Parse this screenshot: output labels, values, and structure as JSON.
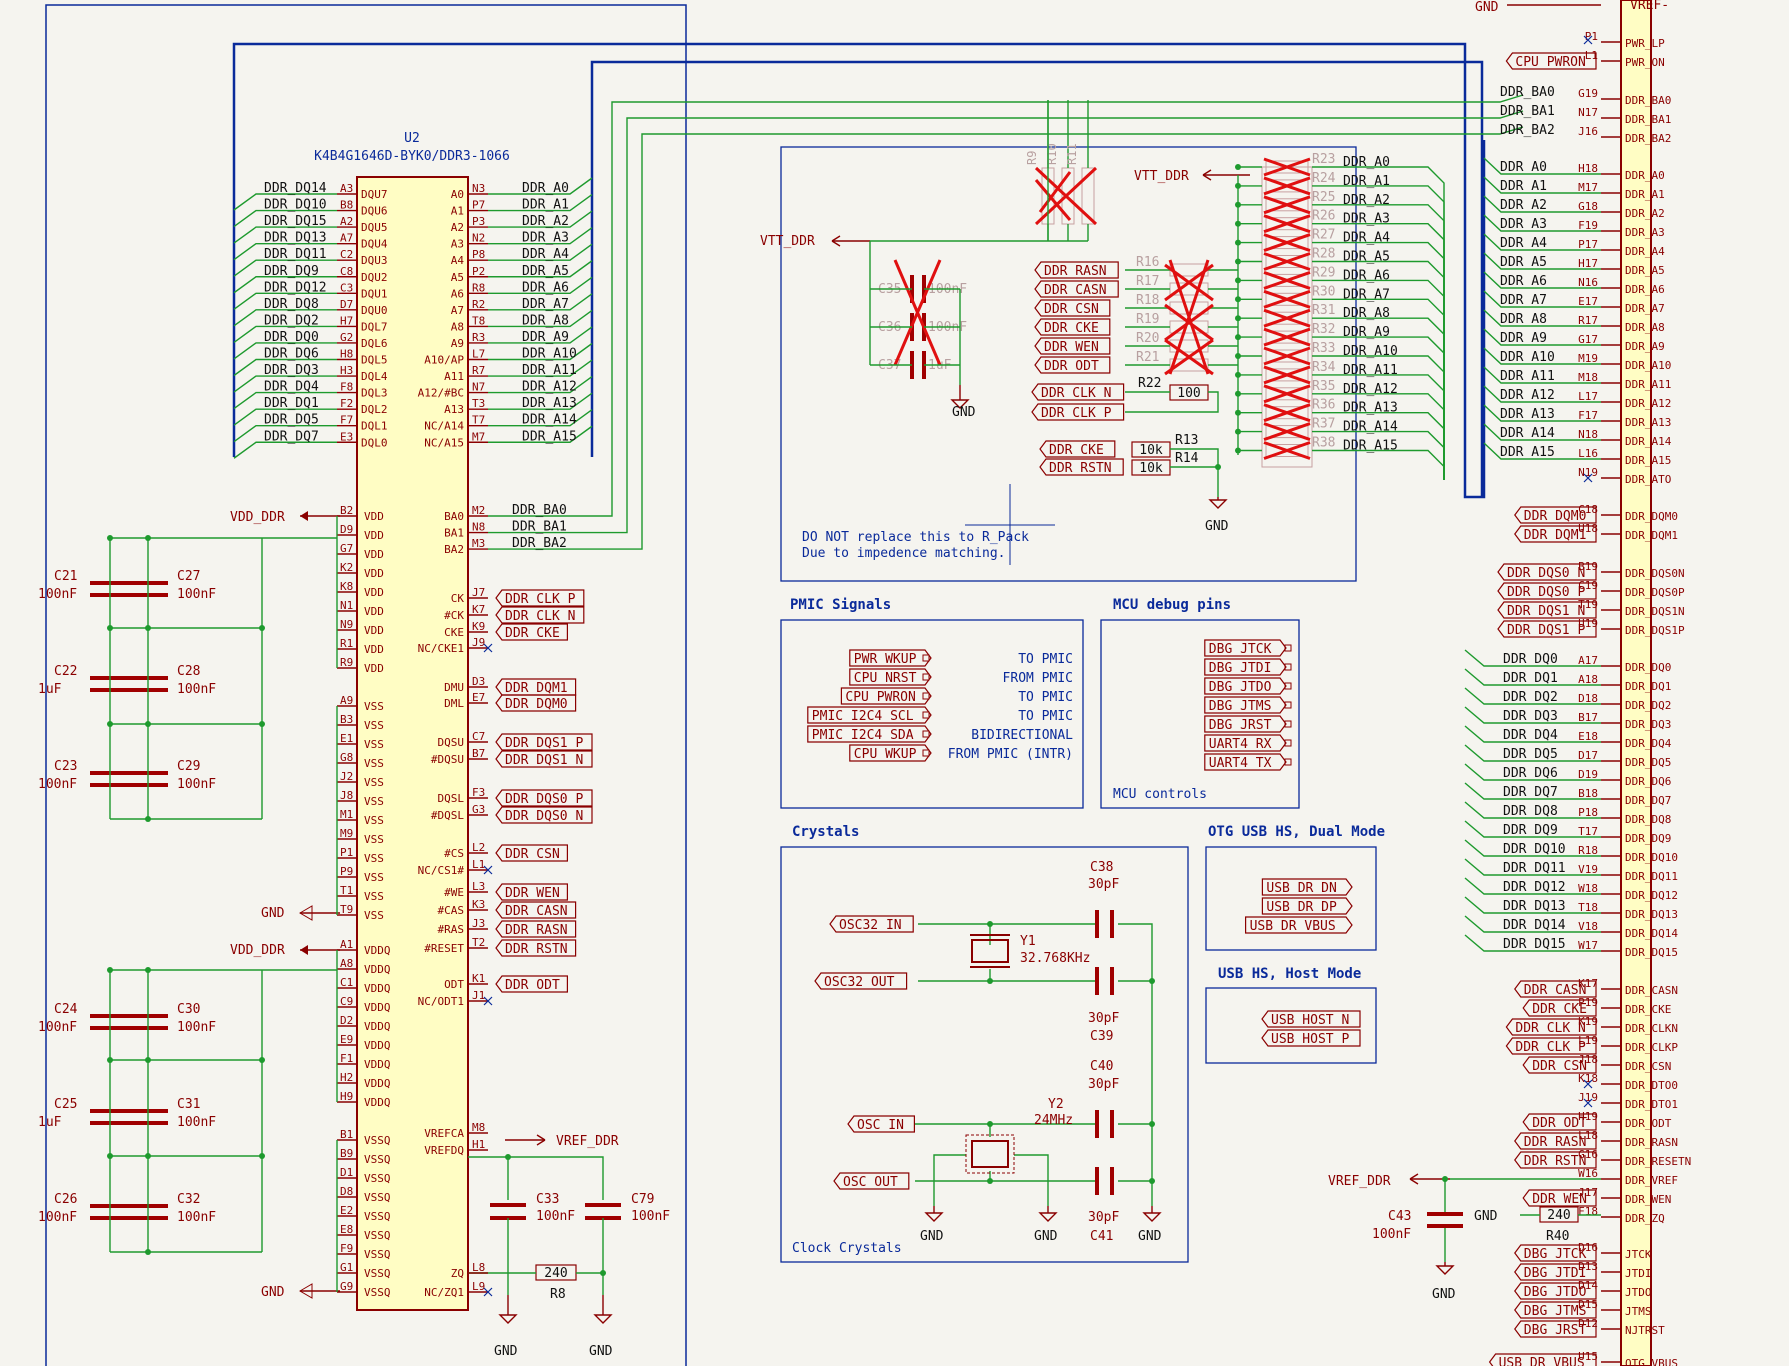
{
  "u2": {
    "ref": "U2",
    "value": "K4B4G1646D-BYK0/DDR3-1066",
    "left_pins": [
      {
        "num": "A3",
        "name": "DQU7",
        "net": "DDR_DQ14"
      },
      {
        "num": "B8",
        "name": "DQU6",
        "net": "DDR_DQ10"
      },
      {
        "num": "A2",
        "name": "DQU5",
        "net": "DDR_DQ15"
      },
      {
        "num": "A7",
        "name": "DQU4",
        "net": "DDR_DQ13"
      },
      {
        "num": "C2",
        "name": "DQU3",
        "net": "DDR_DQ11"
      },
      {
        "num": "C8",
        "name": "DQU2",
        "net": "DDR_DQ9"
      },
      {
        "num": "C3",
        "name": "DQU1",
        "net": "DDR_DQ12"
      },
      {
        "num": "D7",
        "name": "DQU0",
        "net": "DDR_DQ8"
      },
      {
        "num": "H7",
        "name": "DQL7",
        "net": "DDR_DQ2"
      },
      {
        "num": "G2",
        "name": "DQL6",
        "net": "DDR_DQ0"
      },
      {
        "num": "H8",
        "name": "DQL5",
        "net": "DDR_DQ6"
      },
      {
        "num": "H3",
        "name": "DQL4",
        "net": "DDR_DQ3"
      },
      {
        "num": "F8",
        "name": "DQL3",
        "net": "DDR_DQ4"
      },
      {
        "num": "F2",
        "name": "DQL2",
        "net": "DDR_DQ1"
      },
      {
        "num": "F7",
        "name": "DQL1",
        "net": "DDR_DQ5"
      },
      {
        "num": "E3",
        "name": "DQL0",
        "net": "DDR_DQ7"
      }
    ],
    "right_pins": [
      {
        "num": "N3",
        "name": "A0",
        "net": "DDR_A0"
      },
      {
        "num": "P7",
        "name": "A1",
        "net": "DDR_A1"
      },
      {
        "num": "P3",
        "name": "A2",
        "net": "DDR_A2"
      },
      {
        "num": "N2",
        "name": "A3",
        "net": "DDR_A3"
      },
      {
        "num": "P8",
        "name": "A4",
        "net": "DDR_A4"
      },
      {
        "num": "P2",
        "name": "A5",
        "net": "DDR_A5"
      },
      {
        "num": "R8",
        "name": "A6",
        "net": "DDR_A6"
      },
      {
        "num": "R2",
        "name": "A7",
        "net": "DDR_A7"
      },
      {
        "num": "T8",
        "name": "A8",
        "net": "DDR_A8"
      },
      {
        "num": "R3",
        "name": "A9",
        "net": "DDR_A9"
      },
      {
        "num": "L7",
        "name": "A10/AP",
        "net": "DDR_A10"
      },
      {
        "num": "R7",
        "name": "A11",
        "net": "DDR_A11"
      },
      {
        "num": "N7",
        "name": "A12/#BC",
        "net": "DDR_A12"
      },
      {
        "num": "T3",
        "name": "A13",
        "net": "DDR_A13"
      },
      {
        "num": "T7",
        "name": "NC/A14",
        "net": "DDR_A14"
      },
      {
        "num": "M7",
        "name": "NC/A15",
        "net": "DDR_A15"
      }
    ],
    "ba_pins": [
      {
        "num": "M2",
        "name": "BA0",
        "net": "DDR_BA0"
      },
      {
        "num": "N8",
        "name": "BA1",
        "net": "DDR_BA1"
      },
      {
        "num": "M3",
        "name": "BA2",
        "net": "DDR_BA2"
      }
    ],
    "vdd_pins": [
      "B2",
      "D9",
      "G7",
      "K2",
      "K8",
      "N1",
      "N9",
      "R1",
      "R9"
    ],
    "vss_pins": [
      "A9",
      "B3",
      "E1",
      "G8",
      "J2",
      "J8",
      "M1",
      "M9",
      "P1",
      "P9",
      "T1",
      "T9"
    ],
    "vddq_pins": [
      "A1",
      "A8",
      "C1",
      "C9",
      "D2",
      "E9",
      "F1",
      "H2",
      "H9"
    ],
    "vssq_pins": [
      "B1",
      "B9",
      "D1",
      "D8",
      "E2",
      "E8",
      "F9",
      "G1",
      "G9"
    ],
    "ctrl_pins": [
      {
        "num": "J7",
        "name": "CK",
        "net": "DDR_CLK_P"
      },
      {
        "num": "K7",
        "name": "#CK",
        "net": "DDR_CLK_N"
      },
      {
        "num": "K9",
        "name": "CKE",
        "net": "DDR_CKE"
      },
      {
        "num": "J9",
        "name": "NC/CKE1",
        "net": ""
      },
      {
        "num": "D3",
        "name": "DMU",
        "net": "DDR_DQM1"
      },
      {
        "num": "E7",
        "name": "DML",
        "net": "DDR_DQM0"
      },
      {
        "num": "C7",
        "name": "DQSU",
        "net": "DDR_DQS1_P"
      },
      {
        "num": "B7",
        "name": "#DQSU",
        "net": "DDR_DQS1_N"
      },
      {
        "num": "F3",
        "name": "DQSL",
        "net": "DDR_DQS0_P"
      },
      {
        "num": "G3",
        "name": "#DQSL",
        "net": "DDR_DQS0_N"
      },
      {
        "num": "L2",
        "name": "#CS",
        "net": "DDR_CSN"
      },
      {
        "num": "L1",
        "name": "NC/CS1#",
        "net": ""
      },
      {
        "num": "L3",
        "name": "#WE",
        "net": "DDR_WEN"
      },
      {
        "num": "K3",
        "name": "#CAS",
        "net": "DDR_CASN"
      },
      {
        "num": "J3",
        "name": "#RAS",
        "net": "DDR_RASN"
      },
      {
        "num": "T2",
        "name": "#RESET",
        "net": "DDR_RSTN"
      },
      {
        "num": "K1",
        "name": "ODT",
        "net": "DDR_ODT"
      },
      {
        "num": "J1",
        "name": "NC/ODT1",
        "net": ""
      },
      {
        "num": "M8",
        "name": "VREFCA",
        "net": "VREF_DDR"
      },
      {
        "num": "H1",
        "name": "VREFDQ",
        "net": ""
      },
      {
        "num": "L8",
        "name": "ZQ",
        "net": ""
      },
      {
        "num": "L9",
        "name": "NC/ZQ1",
        "net": ""
      }
    ]
  },
  "power": {
    "vdd_ddr": "VDD_DDR",
    "gnd": "GND",
    "vref_ddr": "VREF_DDR",
    "vtt_ddr": "VTT_DDR",
    "vref_minus": "VREF-"
  },
  "decoupling_left": [
    {
      "ref": "C21",
      "val": "100nF"
    },
    {
      "ref": "C27",
      "val": "100nF"
    },
    {
      "ref": "C22",
      "val": "1uF"
    },
    {
      "ref": "C28",
      "val": "100nF"
    },
    {
      "ref": "C23",
      "val": "100nF"
    },
    {
      "ref": "C29",
      "val": "100nF"
    },
    {
      "ref": "C24",
      "val": "100nF"
    },
    {
      "ref": "C30",
      "val": "100nF"
    },
    {
      "ref": "C25",
      "val": "1uF"
    },
    {
      "ref": "C31",
      "val": "100nF"
    },
    {
      "ref": "C26",
      "val": "100nF"
    },
    {
      "ref": "C32",
      "val": "100nF"
    }
  ],
  "vref_caps": [
    {
      "ref": "C33",
      "val": "100nF"
    },
    {
      "ref": "C79",
      "val": "100nF"
    }
  ],
  "r8": {
    "ref": "R8",
    "val": "240"
  },
  "termination": {
    "note1": "DO NOT replace this to R_Pack",
    "note2": "Due to impedence matching.",
    "r9_11": [
      "R9",
      "R10",
      "R11"
    ],
    "caps": [
      {
        "ref": "C35",
        "val": "100nF"
      },
      {
        "ref": "C36",
        "val": "100nF"
      },
      {
        "ref": "C37",
        "val": "1uF"
      }
    ],
    "ctrl": [
      {
        "ref": "R16",
        "net": "DDR_RASN"
      },
      {
        "ref": "R17",
        "net": "DDR_CASN"
      },
      {
        "ref": "R18",
        "net": "DDR_CSN"
      },
      {
        "ref": "R19",
        "net": "DDR_CKE"
      },
      {
        "ref": "R20",
        "net": "DDR_WEN"
      },
      {
        "ref": "R21",
        "net": "DDR_ODT"
      }
    ],
    "r22": {
      "ref": "R22",
      "val": "100",
      "nets": [
        "DDR_CLK_N",
        "DDR_CLK_P"
      ]
    },
    "r13": {
      "ref": "R13",
      "val": "10k",
      "net": "DDR_CKE"
    },
    "r14": {
      "ref": "R14",
      "val": "10k",
      "net": "DDR_RSTN"
    },
    "addr": [
      {
        "ref": "R23",
        "net": "DDR_A0"
      },
      {
        "ref": "R24",
        "net": "DDR_A1"
      },
      {
        "ref": "R25",
        "net": "DDR_A2"
      },
      {
        "ref": "R26",
        "net": "DDR_A3"
      },
      {
        "ref": "R27",
        "net": "DDR_A4"
      },
      {
        "ref": "R28",
        "net": "DDR_A5"
      },
      {
        "ref": "R29",
        "net": "DDR_A6"
      },
      {
        "ref": "R30",
        "net": "DDR_A7"
      },
      {
        "ref": "R31",
        "net": "DDR_A8"
      },
      {
        "ref": "R32",
        "net": "DDR_A9"
      },
      {
        "ref": "R33",
        "net": "DDR_A10"
      },
      {
        "ref": "R34",
        "net": "DDR_A11"
      },
      {
        "ref": "R35",
        "net": "DDR_A12"
      },
      {
        "ref": "R36",
        "net": "DDR_A13"
      },
      {
        "ref": "R37",
        "net": "DDR_A14"
      },
      {
        "ref": "R38",
        "net": "DDR_A15"
      }
    ]
  },
  "pmic": {
    "title": "PMIC Signals",
    "rows": [
      {
        "sig": "PWR_WKUP",
        "dir": "TO PMIC"
      },
      {
        "sig": "CPU_NRST",
        "dir": "FROM PMIC"
      },
      {
        "sig": "CPU_PWRON",
        "dir": "TO PMIC"
      },
      {
        "sig": "PMIC_I2C4_SCL",
        "dir": "TO PMIC"
      },
      {
        "sig": "PMIC_I2C4_SDA",
        "dir": "BIDIRECTIONAL"
      },
      {
        "sig": "CPU_WKUP",
        "dir": "FROM PMIC (INTR)"
      }
    ]
  },
  "mcu_debug": {
    "title": "MCU debug pins",
    "caption": "MCU controls",
    "sigs": [
      "DBG_JTCK",
      "DBG_JTDI",
      "DBG_JTDO",
      "DBG_JTMS",
      "DBG_JRST",
      "UART4_RX",
      "UART4_TX"
    ]
  },
  "crystals": {
    "title": "Crystals",
    "caption": "Clock Crystals",
    "y1": {
      "ref": "Y1",
      "val": "32.768KHz"
    },
    "y2": {
      "ref": "Y2",
      "val": "24MHz"
    },
    "caps": [
      {
        "ref": "C38",
        "val": "30pF"
      },
      {
        "ref": "C39",
        "val": "30pF"
      },
      {
        "ref": "C40",
        "val": "30pF"
      },
      {
        "ref": "C41",
        "val": "30pF"
      }
    ],
    "labels": [
      "OSC32_IN",
      "OSC32_OUT",
      "OSC_IN",
      "OSC_OUT"
    ]
  },
  "otg": {
    "title": "OTG USB HS, Dual Mode",
    "sigs": [
      "USB_DR_DN",
      "USB_DR_DP",
      "USB_DR_VBUS"
    ]
  },
  "usbhost": {
    "title": "USB HS, Host Mode",
    "sigs": [
      "USB_HOST_N",
      "USB_HOST_P"
    ]
  },
  "mcu": {
    "top": [
      {
        "num": "P1",
        "name": "PWR_LP",
        "net": ""
      },
      {
        "num": "L1",
        "name": "PWR_ON",
        "net": "CPU_PWRON"
      }
    ],
    "ba": [
      {
        "num": "G19",
        "name": "DDR_BA0",
        "net": "DDR_BA0"
      },
      {
        "num": "N17",
        "name": "DDR_BA1",
        "net": "DDR_BA1"
      },
      {
        "num": "J16",
        "name": "DDR_BA2",
        "net": "DDR_BA2"
      }
    ],
    "addr": [
      {
        "num": "H18",
        "name": "DDR_A0"
      },
      {
        "num": "M17",
        "name": "DDR_A1"
      },
      {
        "num": "G18",
        "name": "DDR_A2"
      },
      {
        "num": "F19",
        "name": "DDR_A3"
      },
      {
        "num": "P17",
        "name": "DDR_A4"
      },
      {
        "num": "H17",
        "name": "DDR_A5"
      },
      {
        "num": "N16",
        "name": "DDR_A6"
      },
      {
        "num": "E17",
        "name": "DDR_A7"
      },
      {
        "num": "R17",
        "name": "DDR_A8"
      },
      {
        "num": "G17",
        "name": "DDR_A9"
      },
      {
        "num": "M19",
        "name": "DDR_A10"
      },
      {
        "num": "M18",
        "name": "DDR_A11"
      },
      {
        "num": "L17",
        "name": "DDR_A12"
      },
      {
        "num": "F17",
        "name": "DDR_A13"
      },
      {
        "num": "N18",
        "name": "DDR_A14"
      },
      {
        "num": "L16",
        "name": "DDR_A15"
      },
      {
        "num": "N19",
        "name": "DDR_ATO"
      }
    ],
    "dqm": [
      {
        "num": "C18",
        "name": "DDR_DQM0",
        "net": "DDR_DQM0"
      },
      {
        "num": "U18",
        "name": "DDR_DQM1",
        "net": "DDR_DQM1"
      }
    ],
    "dqs": [
      {
        "num": "B19",
        "name": "DDR_DQS0N",
        "net": "DDR_DQS0_N"
      },
      {
        "num": "C19",
        "name": "DDR_DQS0P",
        "net": "DDR_DQS0_P"
      },
      {
        "num": "T19",
        "name": "DDR_DQS1N",
        "net": "DDR_DQS1_N"
      },
      {
        "num": "U19",
        "name": "DDR_DQS1P",
        "net": "DDR_DQS1_P"
      }
    ],
    "dq": [
      {
        "num": "A17",
        "name": "DDR_DQ0"
      },
      {
        "num": "A18",
        "name": "DDR_DQ1"
      },
      {
        "num": "D18",
        "name": "DDR_DQ2"
      },
      {
        "num": "B17",
        "name": "DDR_DQ3"
      },
      {
        "num": "E18",
        "name": "DDR_DQ4"
      },
      {
        "num": "D17",
        "name": "DDR_DQ5"
      },
      {
        "num": "D19",
        "name": "DDR_DQ6"
      },
      {
        "num": "B18",
        "name": "DDR_DQ7"
      },
      {
        "num": "P18",
        "name": "DDR_DQ8"
      },
      {
        "num": "T17",
        "name": "DDR_DQ9"
      },
      {
        "num": "R18",
        "name": "DDR_DQ10"
      },
      {
        "num": "V19",
        "name": "DDR_DQ11"
      },
      {
        "num": "W18",
        "name": "DDR_DQ12"
      },
      {
        "num": "T18",
        "name": "DDR_DQ13"
      },
      {
        "num": "V18",
        "name": "DDR_DQ14"
      },
      {
        "num": "W17",
        "name": "DDR_DQ15"
      }
    ],
    "ctrl": [
      {
        "num": "K17",
        "name": "DDR_CASN",
        "net": "DDR_CASN"
      },
      {
        "num": "P19",
        "name": "DDR_CKE",
        "net": "DDR_CKE"
      },
      {
        "num": "K19",
        "name": "DDR_CLKN",
        "net": "DDR_CLK_N"
      },
      {
        "num": "L19",
        "name": "DDR_CLKP",
        "net": "DDR_CLK_P"
      },
      {
        "num": "J18",
        "name": "DDR_CSN",
        "net": "DDR_CSN"
      },
      {
        "num": "K18",
        "name": "DDR_DTO0",
        "net": ""
      },
      {
        "num": "J19",
        "name": "DDR_DTO1",
        "net": ""
      },
      {
        "num": "H19",
        "name": "DDR_ODT",
        "net": "DDR_ODT"
      },
      {
        "num": "L18",
        "name": "DDR_RASN",
        "net": "DDR_RASN"
      },
      {
        "num": "G16",
        "name": "DDR_RESETN",
        "net": "DDR_RSTN"
      },
      {
        "num": "W16",
        "name": "DDR_VREF",
        "net": ""
      },
      {
        "num": "J17",
        "name": "DDR_WEN",
        "net": "DDR_WEN"
      },
      {
        "num": "F18",
        "name": "DDR_ZQ",
        "net": ""
      }
    ],
    "jtag": [
      {
        "num": "D16",
        "name": "JTCK",
        "net": "DBG_JTCK"
      },
      {
        "num": "D13",
        "name": "JTDI",
        "net": "DBG_JTDI"
      },
      {
        "num": "D14",
        "name": "JTDO",
        "net": "DBG_JTDO"
      },
      {
        "num": "D15",
        "name": "JTMS",
        "net": "DBG_JTMS"
      },
      {
        "num": "D12",
        "name": "NJTRST",
        "net": "DBG_JRST"
      }
    ],
    "bottom": {
      "num": "U15",
      "name": "OTG_VBUS",
      "net": "USB_DR_VBUS"
    },
    "c43": {
      "ref": "C43",
      "val": "100nF"
    },
    "r40": {
      "ref": "R40",
      "val": "240"
    }
  }
}
